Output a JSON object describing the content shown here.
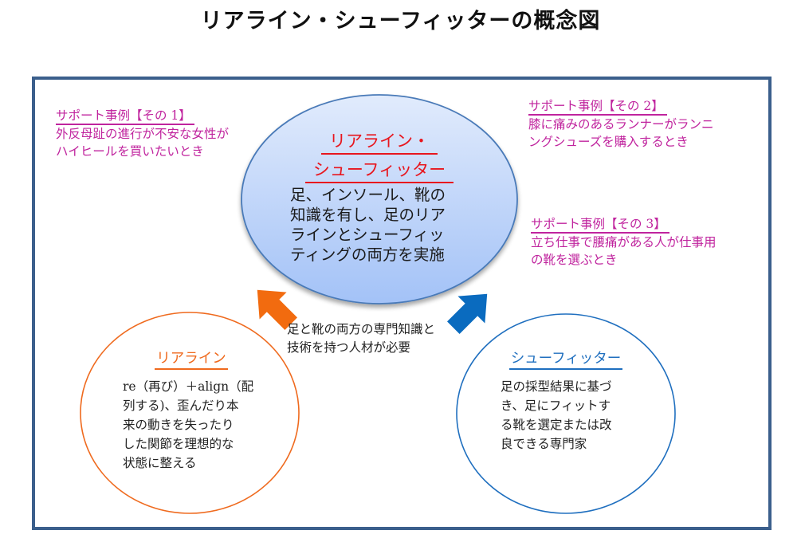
{
  "title": "リアライン・シューフィッターの概念図",
  "colors": {
    "frame": "#3b5f8c",
    "support_case": "#c0249e",
    "center_title": "#e8161e",
    "realign": "#ef6a1e",
    "shoefitter": "#1f6fbf",
    "ellipse_top": "#e1ebfc",
    "ellipse_bottom": "#a3c2f7"
  },
  "support_cases": [
    {
      "heading": "サポート事例【その 1】",
      "lines": [
        "外反母趾の進行が不安な女性が",
        "ハイヒールを買いたいとき"
      ]
    },
    {
      "heading": "サポート事例【その 2】",
      "lines": [
        "膝に痛みのあるランナーがランニ",
        "ングシューズを購入するとき"
      ]
    },
    {
      "heading": "サポート事例【その 3】",
      "lines": [
        "立ち仕事で腰痛がある人が仕事用",
        "の靴を選ぶとき"
      ]
    }
  ],
  "center": {
    "title_lines": [
      "リアライン・",
      "シューフィッター"
    ],
    "body_lines": [
      "足、インソール、靴の",
      "知識を有し、足のリア",
      "ラインとシューフィッ",
      "ティングの両方を実施"
    ]
  },
  "middle_note": {
    "lines": [
      "足と靴の両方の専門知識と",
      "技術を持つ人材が必要"
    ]
  },
  "realign": {
    "title": "リアライン",
    "body_lines": [
      "re（再び）＋align（配",
      "列する)、歪んだり本",
      "来の動きを失ったり",
      "した関節を理想的な",
      "状態に整える"
    ]
  },
  "shoefitter": {
    "title": "シューフィッター",
    "body_lines": [
      "足の採型結果に基づ",
      "き、足にフィットす",
      "る靴を選定または改",
      "良できる専門家"
    ]
  }
}
